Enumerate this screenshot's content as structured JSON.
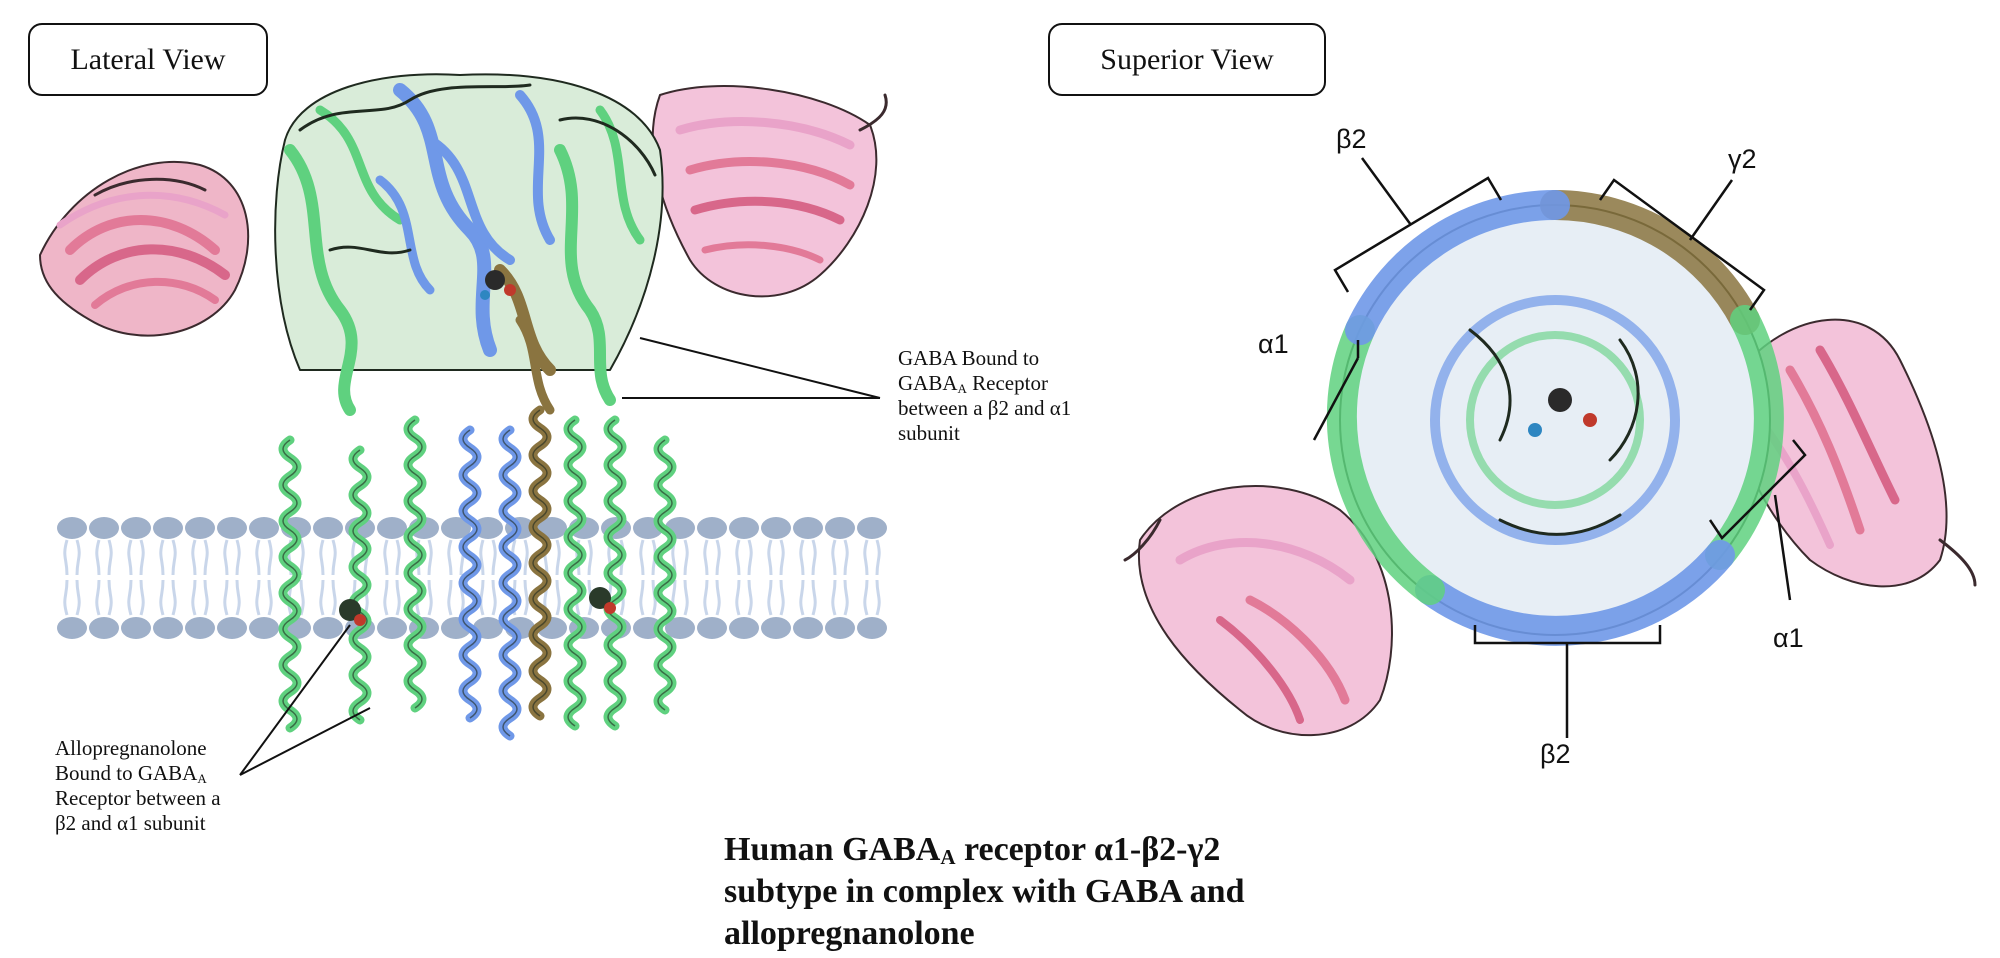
{
  "panels": {
    "lateral_title": "Lateral View",
    "superior_title": "Superior View"
  },
  "annotations": {
    "gaba_bound": {
      "line1": "GABA Bound to",
      "line2_main": "GABA",
      "line2_sub": "A",
      "line2_rest": " Receptor",
      "line3": "between a β2 and α1",
      "line4": "subunit"
    },
    "allo_bound": {
      "line1": "Allopregnanolone",
      "line2_main": "Bound to GABA",
      "line2_sub": "A",
      "line3": "Receptor between a",
      "line4": "β2 and α1 subunit"
    }
  },
  "subunit_labels": {
    "top_left": "β2",
    "top_right": "γ2",
    "left": "α1",
    "right": "α1",
    "bottom": "β2"
  },
  "title": {
    "line1_main": "Human GABA",
    "line1_sub": "A",
    "line1_rest": " receptor α1-β2-γ2",
    "line2": "subtype in complex with GABA and",
    "line3": "allopregnanolone"
  },
  "colors": {
    "alpha1_green": "#5fd17f",
    "beta2_blue": "#6f98e8",
    "gamma2_tan": "#8a7440",
    "antibody_pink": "#e27a98",
    "antibody_light_pink": "#e9a3c9",
    "membrane_head": "#9fb0c9",
    "membrane_tail": "#c9d6ea"
  }
}
